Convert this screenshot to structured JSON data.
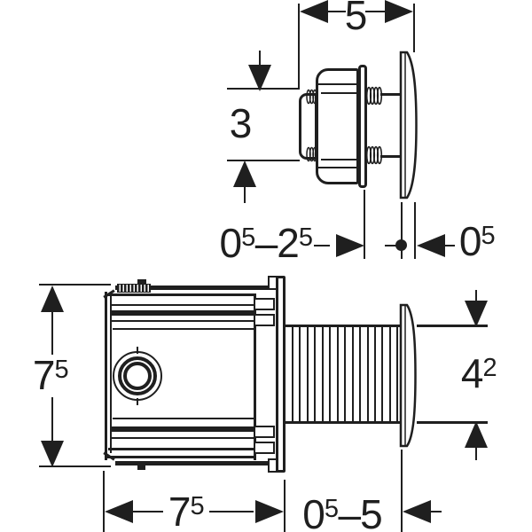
{
  "colors": {
    "background": "#ffffff",
    "ink": "#1f1f1f"
  },
  "drawing": {
    "type": "technical-dimension-drawing",
    "top_view": {
      "description": "flush actuator button, side view",
      "dims": {
        "total_width": "5",
        "button_height": "3",
        "wall_thickness_range": "0^5–2^5",
        "cover_plate_thickness": "0^5"
      }
    },
    "front_view": {
      "description": "concealed mounting box with threaded sleeve and cover plate, side view",
      "dims": {
        "box_height": "7^5",
        "box_width": "7^5",
        "cover_plate_diameter": "4^2",
        "sleeve_length_range": "0^5–5"
      }
    }
  }
}
